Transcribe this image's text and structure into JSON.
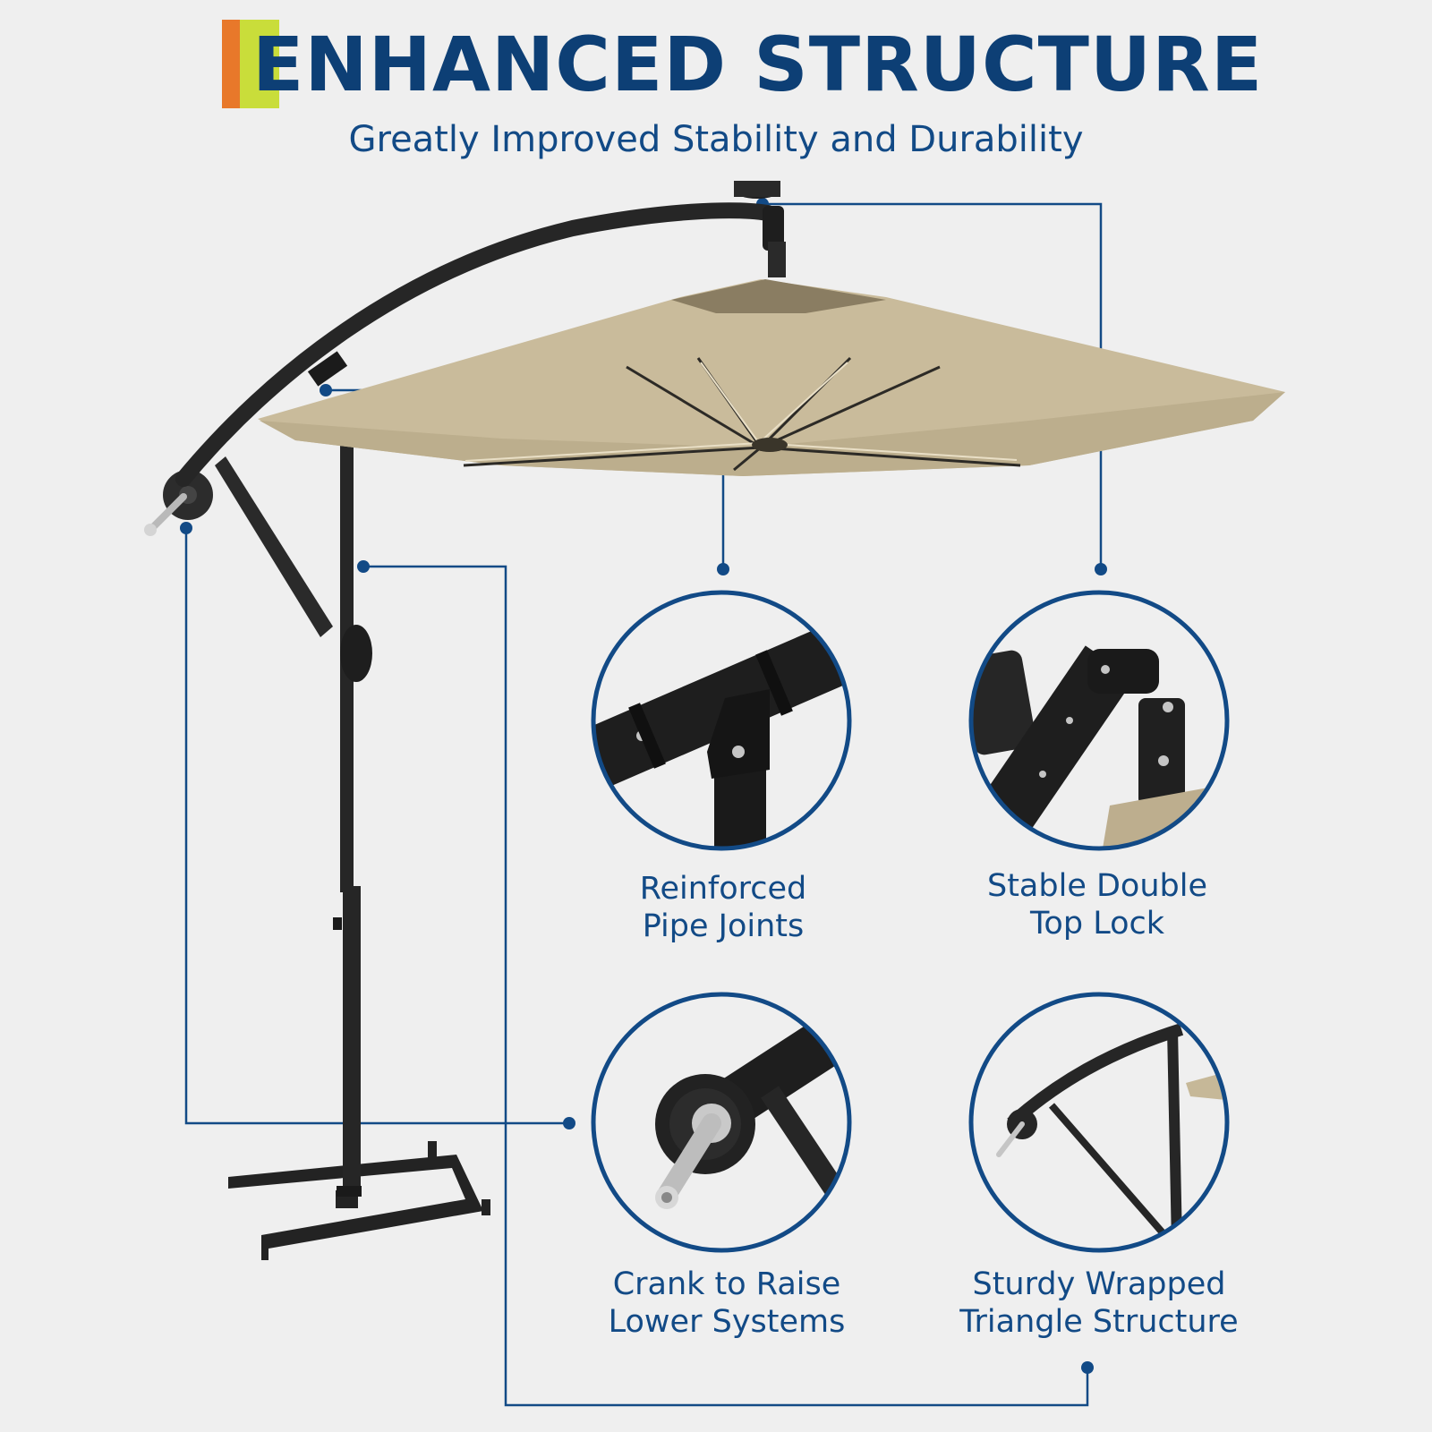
{
  "header": {
    "title": "ENHANCED STRUCTURE",
    "subtitle": "Greatly Improved Stability and Durability"
  },
  "features": [
    {
      "line1": "Reinforced",
      "line2": "Pipe Joints",
      "icon": "pipe-joint-closeup"
    },
    {
      "line1": "Stable Double",
      "line2": "Top Lock",
      "icon": "top-lock-closeup"
    },
    {
      "line1": "Crank to Raise",
      "line2": "Lower Systems",
      "icon": "crank-closeup"
    },
    {
      "line1": "Sturdy Wrapped",
      "line2": "Triangle Structure",
      "icon": "triangle-structure-closeup"
    }
  ],
  "colors": {
    "accent_dark_blue": "#0d3f75",
    "accent_orange": "#e8782a",
    "accent_lime": "#c9dd3a",
    "canopy_tan": "#c8b99a",
    "frame_black": "#1e1e1e",
    "background": "#efefef"
  }
}
